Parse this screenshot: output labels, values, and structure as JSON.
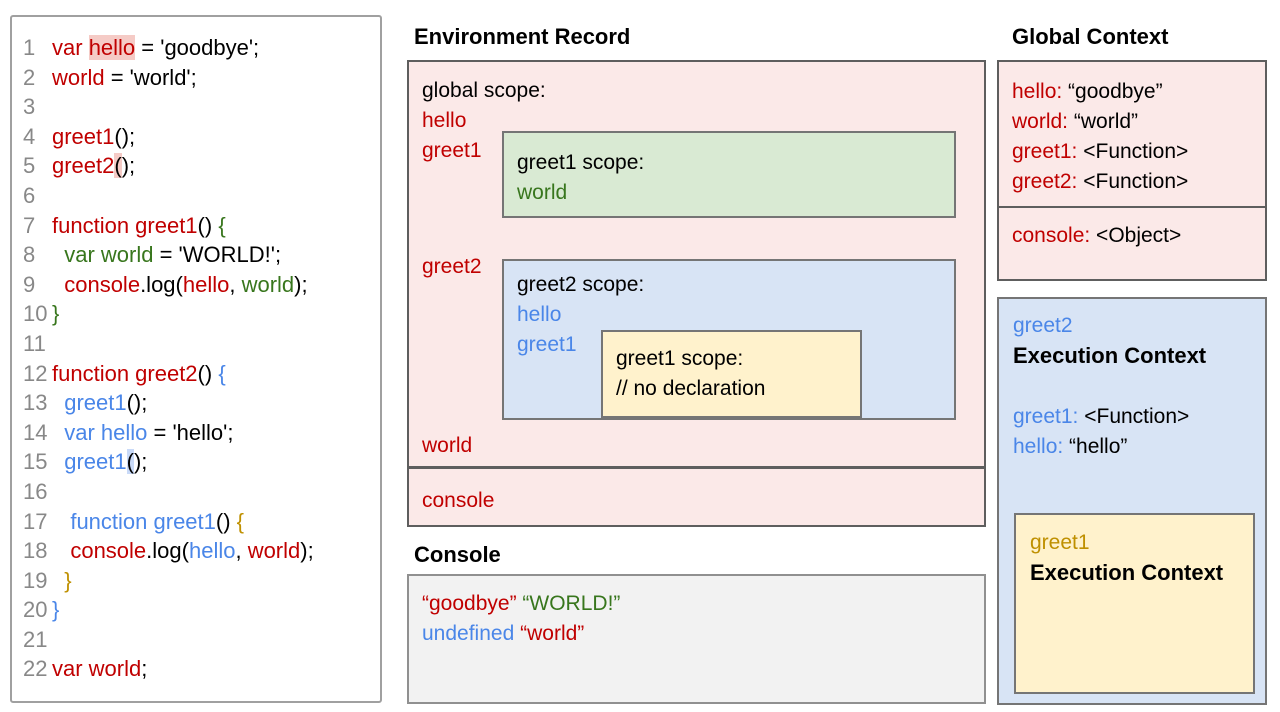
{
  "titles": {
    "environment_record": "Environment Record",
    "console": "Console",
    "global_context": "Global Context"
  },
  "palette": {
    "text_red": "#c00000",
    "text_green": "#38761d",
    "text_blue": "#4a86e8",
    "text_gold": "#bf9000",
    "line_number_gray": "#888888",
    "pink_fill": "#fbe9e8",
    "green_fill": "#d9ead3",
    "blue_fill": "#d8e4f5",
    "yellow_fill": "#fff2cc",
    "console_fill": "#f2f2f2",
    "highlight_pink": "#f5cbc6",
    "highlight_blue": "#c9daf8"
  },
  "code_panel": {
    "lines": [
      {
        "num": "1",
        "segs": [
          {
            "t": "var ",
            "c": "red"
          },
          {
            "t": "hello",
            "c": "red",
            "hl": "pink"
          },
          {
            "t": " = 'goodbye';",
            "c": "black"
          }
        ]
      },
      {
        "num": "2",
        "segs": [
          {
            "t": "world",
            "c": "red"
          },
          {
            "t": " = 'world';",
            "c": "black"
          }
        ]
      },
      {
        "num": "3",
        "segs": []
      },
      {
        "num": "4",
        "segs": [
          {
            "t": "greet1",
            "c": "red"
          },
          {
            "t": "();",
            "c": "black"
          }
        ]
      },
      {
        "num": "5",
        "segs": [
          {
            "t": "greet2",
            "c": "red"
          },
          {
            "t": "(",
            "c": "black",
            "hl": "pink"
          },
          {
            "t": ");",
            "c": "black"
          }
        ]
      },
      {
        "num": "6",
        "segs": []
      },
      {
        "num": "7",
        "segs": [
          {
            "t": "function greet1",
            "c": "red"
          },
          {
            "t": "() ",
            "c": "black"
          },
          {
            "t": "{",
            "c": "green"
          }
        ]
      },
      {
        "num": "8",
        "segs": [
          {
            "t": "  var world",
            "c": "green"
          },
          {
            "t": " = 'WORLD!';",
            "c": "black"
          }
        ]
      },
      {
        "num": "9",
        "segs": [
          {
            "t": "  console",
            "c": "red"
          },
          {
            "t": ".log(",
            "c": "black"
          },
          {
            "t": "hello",
            "c": "red"
          },
          {
            "t": ", ",
            "c": "black"
          },
          {
            "t": "world",
            "c": "green"
          },
          {
            "t": ");",
            "c": "black"
          }
        ]
      },
      {
        "num": "10",
        "segs": [
          {
            "t": "}",
            "c": "green"
          }
        ]
      },
      {
        "num": "11",
        "segs": []
      },
      {
        "num": "12",
        "segs": [
          {
            "t": "function greet2",
            "c": "red"
          },
          {
            "t": "() ",
            "c": "black"
          },
          {
            "t": "{",
            "c": "blue"
          }
        ]
      },
      {
        "num": "13",
        "segs": [
          {
            "t": "  greet1",
            "c": "blue"
          },
          {
            "t": "();",
            "c": "black"
          }
        ]
      },
      {
        "num": "14",
        "segs": [
          {
            "t": "  var hello",
            "c": "blue"
          },
          {
            "t": " = 'hello';",
            "c": "black"
          }
        ]
      },
      {
        "num": "15",
        "segs": [
          {
            "t": "  greet1",
            "c": "blue"
          },
          {
            "t": "(",
            "c": "black",
            "hl": "blue"
          },
          {
            "t": ");",
            "c": "black"
          }
        ]
      },
      {
        "num": "16",
        "segs": []
      },
      {
        "num": "17",
        "segs": [
          {
            "t": "   function greet1",
            "c": "blue"
          },
          {
            "t": "() ",
            "c": "black"
          },
          {
            "t": "{",
            "c": "gold"
          }
        ]
      },
      {
        "num": "18",
        "segs": [
          {
            "t": "   console",
            "c": "red"
          },
          {
            "t": ".log(",
            "c": "black"
          },
          {
            "t": "hello",
            "c": "blue"
          },
          {
            "t": ", ",
            "c": "black"
          },
          {
            "t": "world",
            "c": "red"
          },
          {
            "t": ");",
            "c": "black"
          }
        ]
      },
      {
        "num": "19",
        "segs": [
          {
            "t": "  }",
            "c": "gold"
          }
        ]
      },
      {
        "num": "20",
        "segs": [
          {
            "t": "}",
            "c": "blue"
          }
        ]
      },
      {
        "num": "21",
        "segs": []
      },
      {
        "num": "22",
        "segs": [
          {
            "t": "var world",
            "c": "red"
          },
          {
            "t": ";",
            "c": "black"
          }
        ]
      }
    ]
  },
  "environment_record": {
    "global_scope_label": "global scope:",
    "vars": {
      "hello": "hello",
      "greet1": "greet1",
      "greet2": "greet2",
      "world": "world"
    },
    "greet1_scope": {
      "label": "greet1 scope:",
      "var_world": "world"
    },
    "greet2_scope": {
      "label": "greet2 scope:",
      "var_hello": "hello",
      "var_greet1": "greet1",
      "greet1_scope": {
        "label": "greet1 scope:",
        "comment": "// no declaration"
      }
    },
    "console_label": "console"
  },
  "console_output": {
    "lines": [
      [
        {
          "t": "“goodbye”",
          "c": "red"
        },
        {
          "t": " ",
          "c": "black"
        },
        {
          "t": "“WORLD!”",
          "c": "green"
        }
      ],
      [
        {
          "t": "undefined",
          "c": "blue"
        },
        {
          "t": " ",
          "c": "black"
        },
        {
          "t": "“world”",
          "c": "red"
        }
      ]
    ]
  },
  "global_context": {
    "entries": [
      [
        {
          "t": "hello:",
          "c": "red"
        },
        {
          "t": " “goodbye”",
          "c": "black"
        }
      ],
      [
        {
          "t": "world:",
          "c": "red"
        },
        {
          "t": " “world”",
          "c": "black"
        }
      ],
      [
        {
          "t": "greet1:",
          "c": "red"
        },
        {
          "t": " <Function>",
          "c": "black"
        }
      ],
      [
        {
          "t": "greet2:",
          "c": "red"
        },
        {
          "t": " <Function>",
          "c": "black"
        }
      ]
    ],
    "console_entries": [
      [
        {
          "t": "console:",
          "c": "red"
        },
        {
          "t": " <Object>",
          "c": "black"
        }
      ]
    ]
  },
  "greet2_execution_context": {
    "name": "greet2",
    "title": "Execution Context",
    "entries": [
      [
        {
          "t": "greet1:",
          "c": "blue"
        },
        {
          "t": " <Function>",
          "c": "black"
        }
      ],
      [
        {
          "t": "hello:",
          "c": "blue"
        },
        {
          "t": " “hello”",
          "c": "black"
        }
      ]
    ],
    "greet1_execution_context": {
      "name": "greet1",
      "title": "Execution Context"
    }
  }
}
